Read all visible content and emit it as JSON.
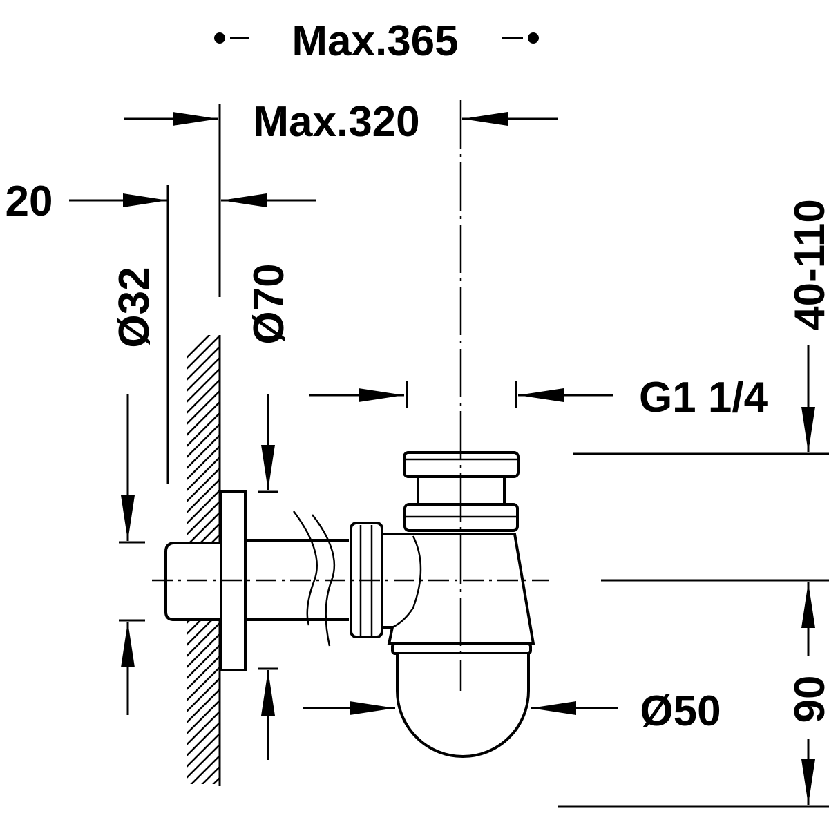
{
  "dimensions": {
    "max_365": "Max.365",
    "max_320": "Max.320",
    "offset_20": "20",
    "dia_32": "Ø32",
    "dia_70": "Ø70",
    "thread": "G1 1/4",
    "height_range": "40-110",
    "dia_50": "Ø50",
    "height_90": "90"
  },
  "colors": {
    "line": "#000000",
    "background": "#ffffff"
  }
}
